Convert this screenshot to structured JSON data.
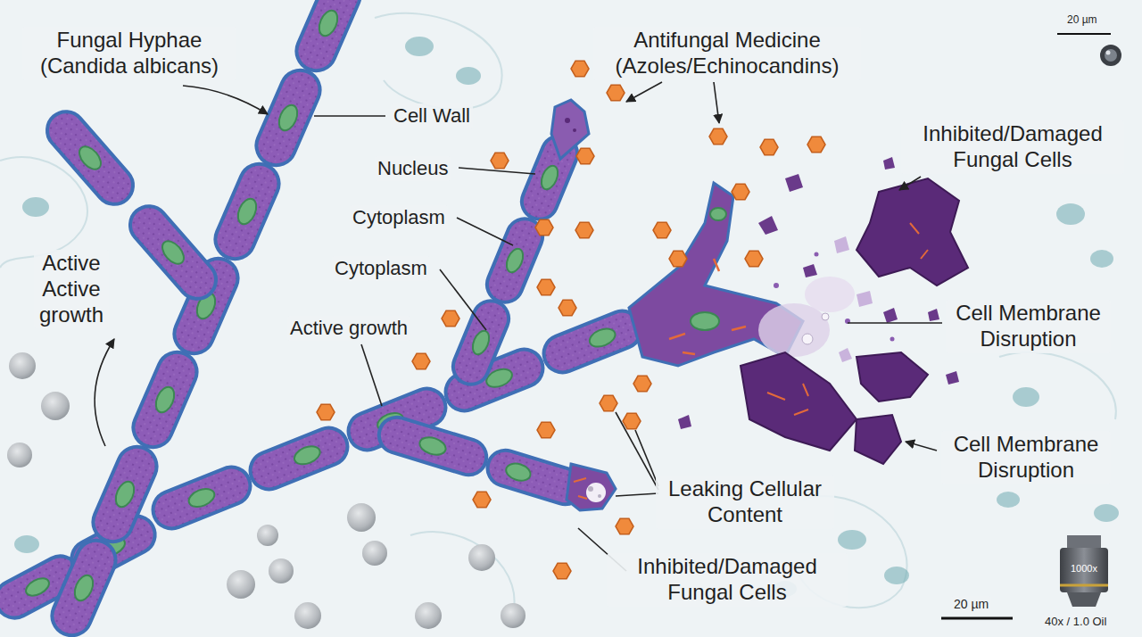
{
  "diagram": {
    "labels": [
      "Fungal Hyphae (Candida albicans)",
      "Antifungal Medicine (Azoles/Echinocandins)",
      "Inhibited/Damaged Fungal Cells",
      "20 µm",
      "Cell Wall",
      "Nucleus",
      "Cytoplasm",
      "Active Active growth",
      "Cytoplasm",
      "Active growth",
      "Cell Membrane Disruption",
      "Cell Membrane Disruption",
      "Leaking Cellular Content",
      "Inhibited/Damaged Fungal Cells",
      "20 µm",
      "1000x",
      "40x / 1.0 Oil"
    ]
  }
}
